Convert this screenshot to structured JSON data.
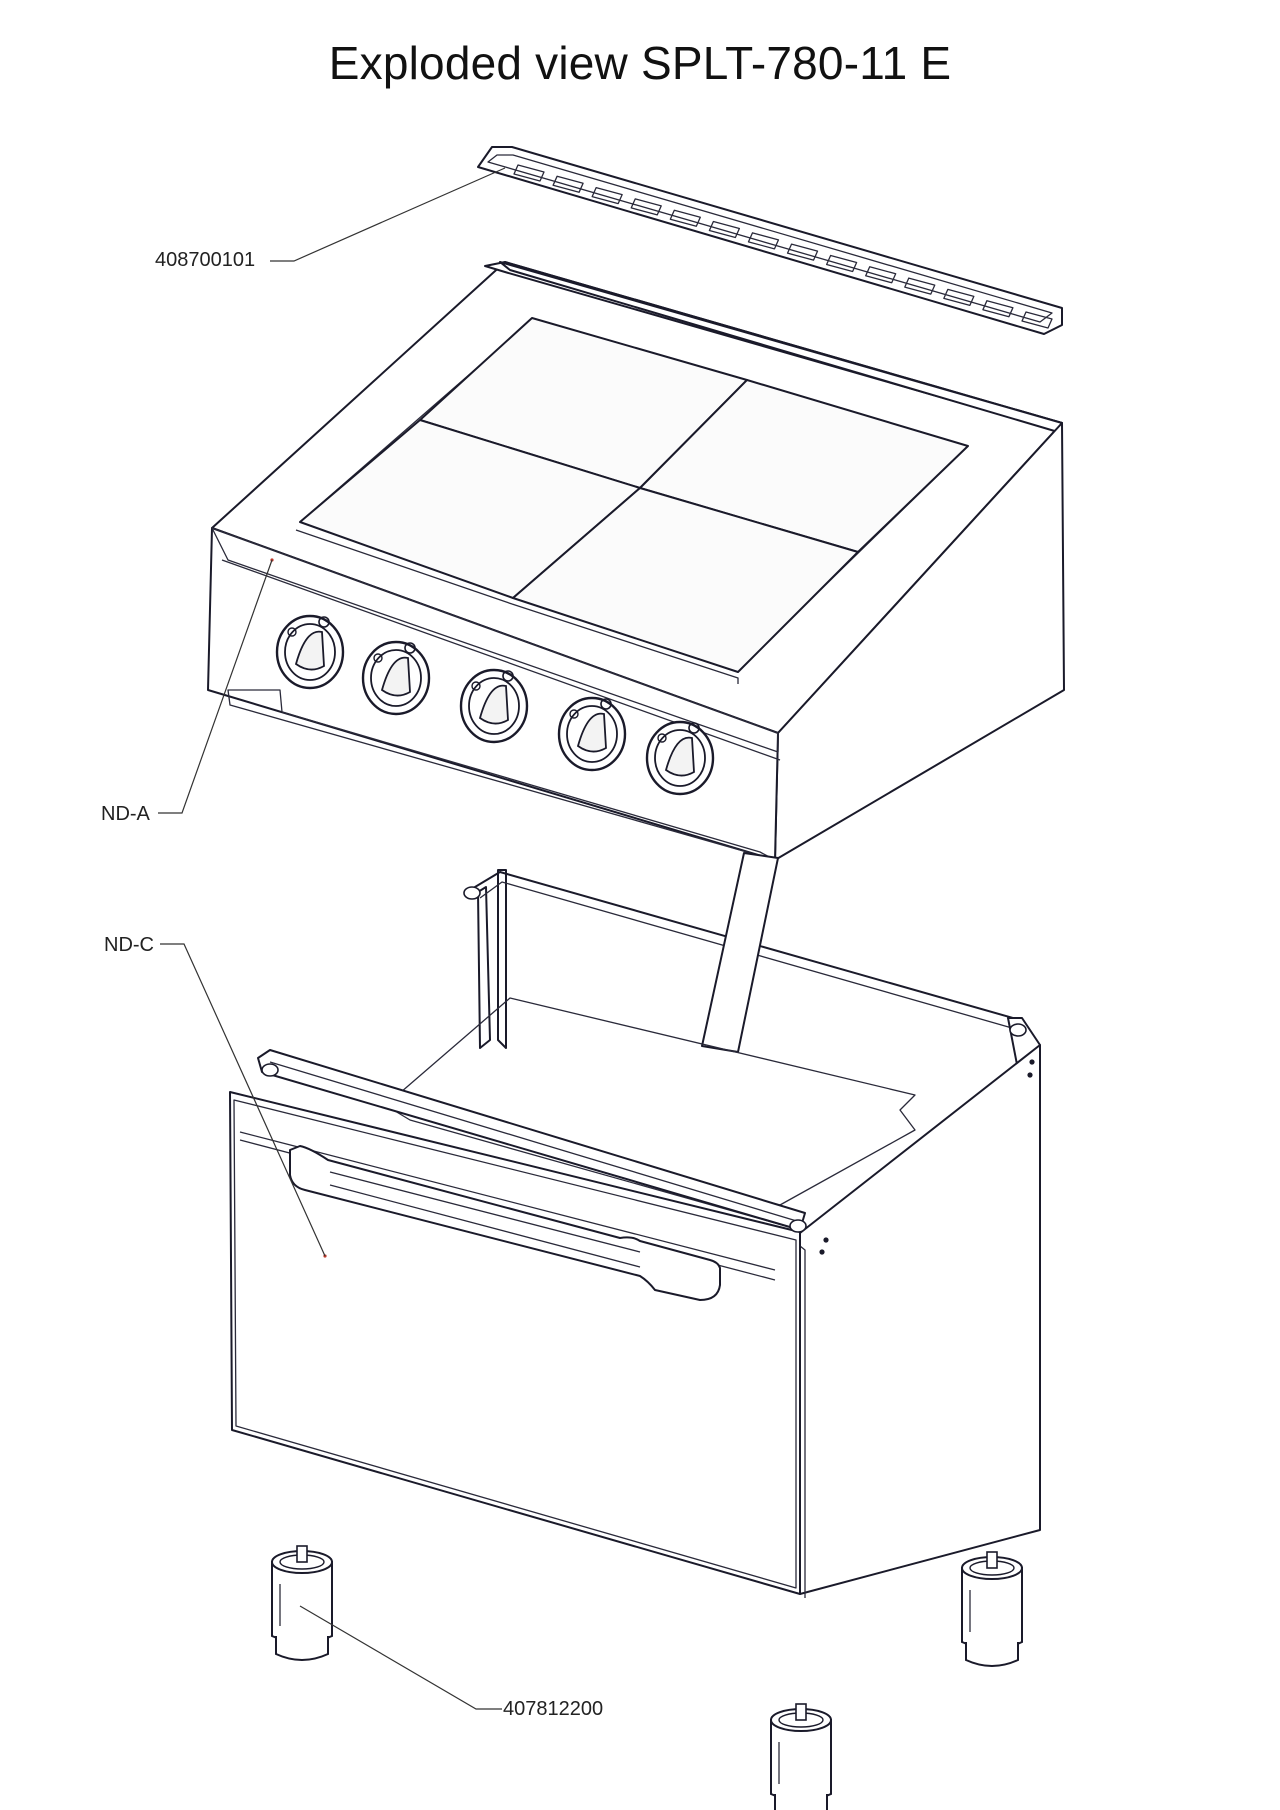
{
  "title": "Exploded view SPLT-780-11 E",
  "parts": [
    {
      "id": "shelf",
      "label": "408700101"
    },
    {
      "id": "top-unit",
      "label": "ND-A"
    },
    {
      "id": "base-unit",
      "label": "ND-C"
    },
    {
      "id": "feet",
      "label": "407812200"
    }
  ],
  "accent_color": "#c0392b"
}
